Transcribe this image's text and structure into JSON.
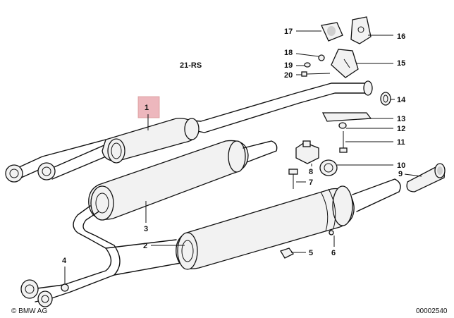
{
  "diagram": {
    "model_code": "21-RS",
    "copyright": "© BMW AG",
    "image_number": "00002540",
    "highlight_color": "#e8a0a8",
    "callouts": [
      {
        "id": "1"
      },
      {
        "id": "2"
      },
      {
        "id": "3"
      },
      {
        "id": "4"
      },
      {
        "id": "5"
      },
      {
        "id": "6"
      },
      {
        "id": "7"
      },
      {
        "id": "8"
      },
      {
        "id": "9"
      },
      {
        "id": "10"
      },
      {
        "id": "11"
      },
      {
        "id": "12"
      },
      {
        "id": "13"
      },
      {
        "id": "14"
      },
      {
        "id": "15"
      },
      {
        "id": "16"
      },
      {
        "id": "17"
      },
      {
        "id": "18"
      },
      {
        "id": "19"
      },
      {
        "id": "20"
      }
    ]
  }
}
